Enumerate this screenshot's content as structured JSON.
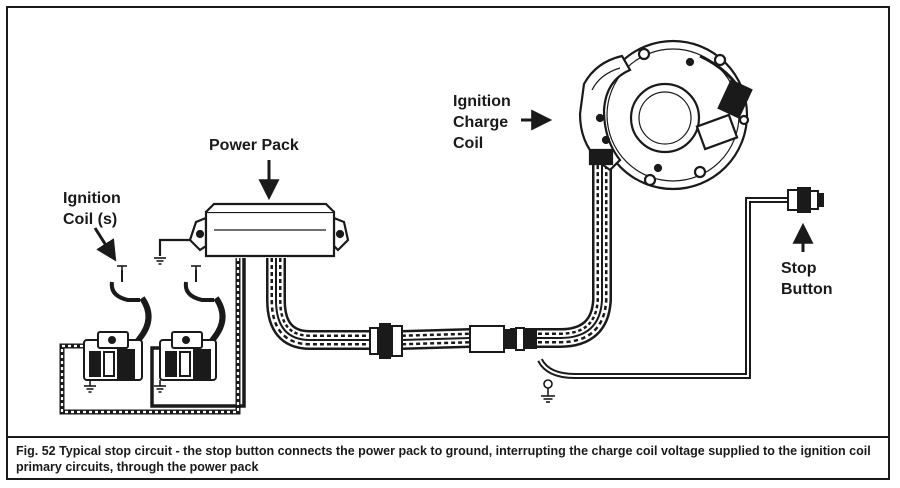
{
  "labels": {
    "ignition_coils": "Ignition\nCoil (s)",
    "power_pack": "Power Pack",
    "charge_coil": "Ignition\nCharge\nCoil",
    "stop_button": "Stop\nButton"
  },
  "caption": "Fig. 52  Typical stop circuit - the stop button connects the power pack to ground, interrupting the charge coil voltage supplied to the ignition coil primary circuits, through the power pack"
}
